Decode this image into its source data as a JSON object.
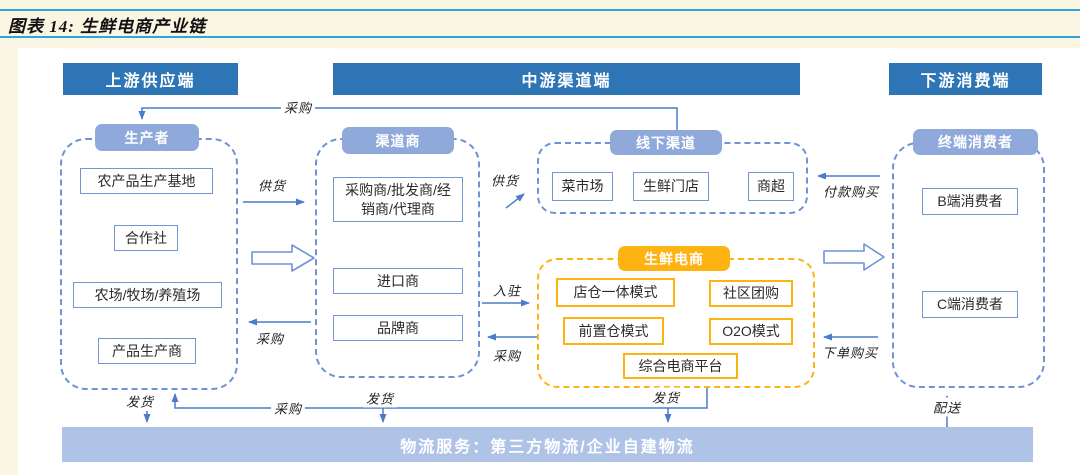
{
  "figure": {
    "title": "图表 14: 生鲜电商产业链"
  },
  "headers": {
    "upstream": "上游供应端",
    "midstream": "中游渠道端",
    "downstream": "下游消费端"
  },
  "groups": {
    "producer": {
      "label": "生产者",
      "items": [
        "农产品生产基地",
        "合作社",
        "农场/牧场/养殖场",
        "产品生产商"
      ]
    },
    "channel": {
      "label": "渠道商",
      "items": [
        "采购商/批发商/经销商/代理商",
        "进口商",
        "品牌商"
      ]
    },
    "offline": {
      "label": "线下渠道",
      "items": [
        "菜市场",
        "生鲜门店",
        "商超"
      ]
    },
    "ecommerce": {
      "label": "生鲜电商",
      "items": [
        "店仓一体模式",
        "社区团购",
        "前置仓模式",
        "O2O模式",
        "综合电商平台"
      ]
    },
    "consumer": {
      "label": "终端消费者",
      "items": [
        "B端消费者",
        "C端消费者"
      ]
    }
  },
  "flows": {
    "procure_top": "采购",
    "supply_left": "供货",
    "procure_left": "采购",
    "supply_mid": "供货",
    "enter": "入驻",
    "procure_mid": "采购",
    "pay_purchase": "付款购买",
    "order_purchase": "下单购买",
    "ship_producer": "发货",
    "procure_bottom": "采购",
    "ship_channel": "发货",
    "ship_ecom": "发货",
    "delivery": "配送"
  },
  "logistics_bar": "物流服务：第三方物流/企业自建物流",
  "colors": {
    "page_background": "#fbf5e4",
    "canvas": "#ffffff",
    "title_rule": "#2ba6df",
    "header_blue": "#2e75b6",
    "pill_blue": "#8fa9db",
    "dashed_blue": "#6e93d6",
    "arrow_blue": "#4c7bc9",
    "box_border_blue": "#7396cf",
    "accent_orange": "#ffb312",
    "logistics_bar_bg": "#aec3e6"
  }
}
